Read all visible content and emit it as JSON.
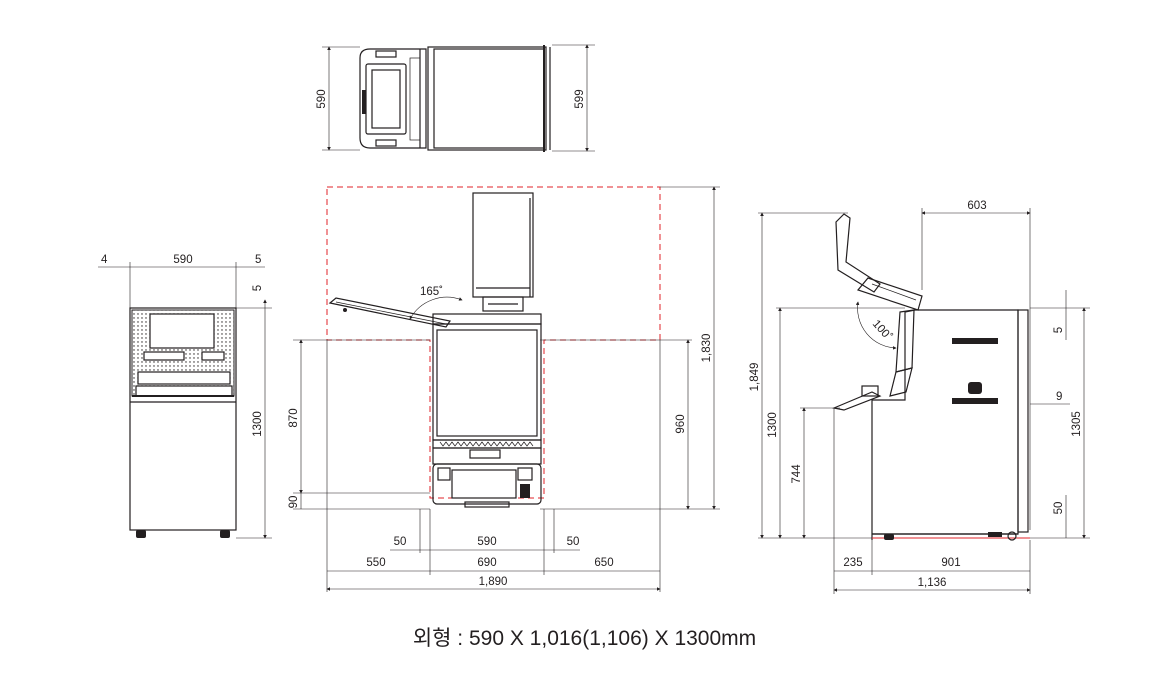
{
  "caption": "외형 : 590 X 1,016(1,106) X 1300mm",
  "top_view": {
    "depth_left": "590",
    "depth_right": "599"
  },
  "front_view": {
    "left_margin": "4",
    "width": "590",
    "right_margin": "5",
    "top_offset": "5",
    "height": "1300"
  },
  "open_view": {
    "angle": "165˚",
    "height_total": "1,830",
    "height_opening": "960",
    "height_keyboard": "870",
    "height_base": "90",
    "gap_left": "50",
    "body_width": "590",
    "gap_right": "50",
    "left_space": "550",
    "opening_width": "690",
    "right_space": "650",
    "total_width": "1,890"
  },
  "side_view": {
    "top_depth": "603",
    "angle": "100˚",
    "height_total": "1,849",
    "height_body": "1300",
    "height_shelf": "744",
    "right_top": "5",
    "right_mid": "9",
    "right_height": "1305",
    "right_bottom": "50",
    "front_depth": "235",
    "body_depth": "901",
    "total_depth": "1,136"
  }
}
